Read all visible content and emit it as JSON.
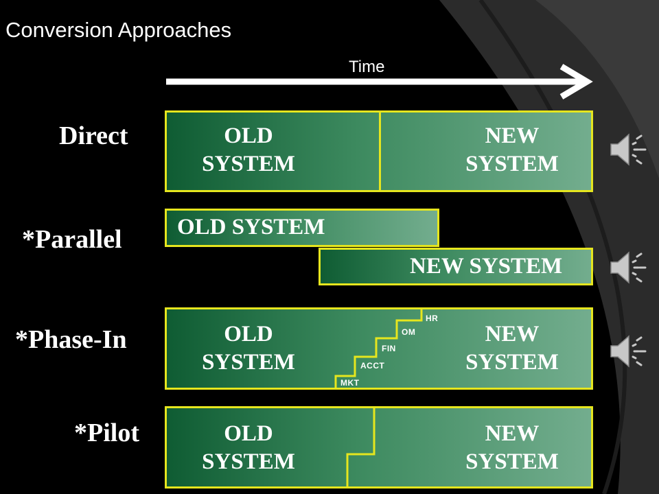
{
  "title": "Conversion Approaches",
  "time_label": "Time",
  "rows": {
    "direct": {
      "label": "Direct",
      "old": [
        "OLD",
        "SYSTEM"
      ],
      "new": [
        "NEW",
        "SYSTEM"
      ]
    },
    "parallel": {
      "label": "*Parallel",
      "old": "OLD SYSTEM",
      "new": "NEW SYSTEM"
    },
    "phase_in": {
      "label": "*Phase-In",
      "old": [
        "OLD",
        "SYSTEM"
      ],
      "new": [
        "NEW",
        "SYSTEM"
      ],
      "steps": [
        "MKT",
        "ACCT",
        "FIN",
        "OM",
        "HR"
      ]
    },
    "pilot": {
      "label": "*Pilot",
      "old": [
        "OLD",
        "SYSTEM"
      ],
      "new": [
        "NEW",
        "SYSTEM"
      ]
    }
  },
  "icons": {
    "audio": "speaker-icon"
  },
  "colors": {
    "border": "#e6e61e",
    "dark_green": "#0f5c33",
    "light_green": "#73ad8e"
  }
}
